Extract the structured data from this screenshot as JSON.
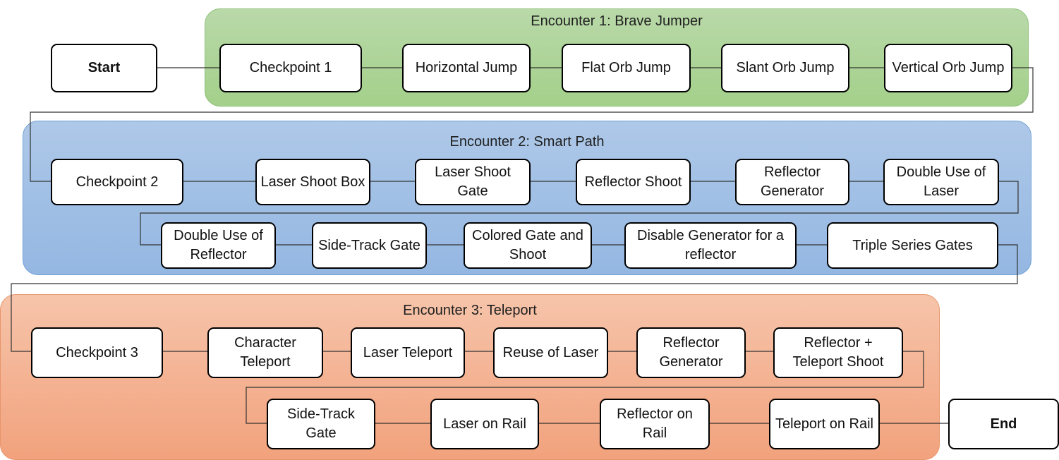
{
  "start": {
    "label": "Start"
  },
  "end": {
    "label": "End"
  },
  "encounters": [
    {
      "title": "Encounter 1: Brave Jumper",
      "nodes": [
        "Checkpoint 1",
        "Horizontal Jump",
        "Flat Orb Jump",
        "Slant Orb Jump",
        "Vertical Orb Jump"
      ]
    },
    {
      "title": "Encounter 2: Smart Path",
      "nodes": [
        "Checkpoint 2",
        "Laser Shoot Box",
        "Laser Shoot Gate",
        "Reflector Shoot",
        "Reflector Generator",
        "Double Use of Laser",
        "Double Use of Reflector",
        "Side-Track Gate",
        "Colored Gate and Shoot",
        "Disable Generator for a reflector",
        "Triple Series Gates"
      ]
    },
    {
      "title": "Encounter 3: Teleport",
      "nodes": [
        "Checkpoint 3",
        "Character Teleport",
        "Laser Teleport",
        "Reuse of Laser",
        "Reflector Generator",
        "Reflector + Teleport Shoot",
        "Side-Track Gate",
        "Laser on Rail",
        "Reflector on Rail",
        "Teleport on Rail"
      ]
    }
  ]
}
